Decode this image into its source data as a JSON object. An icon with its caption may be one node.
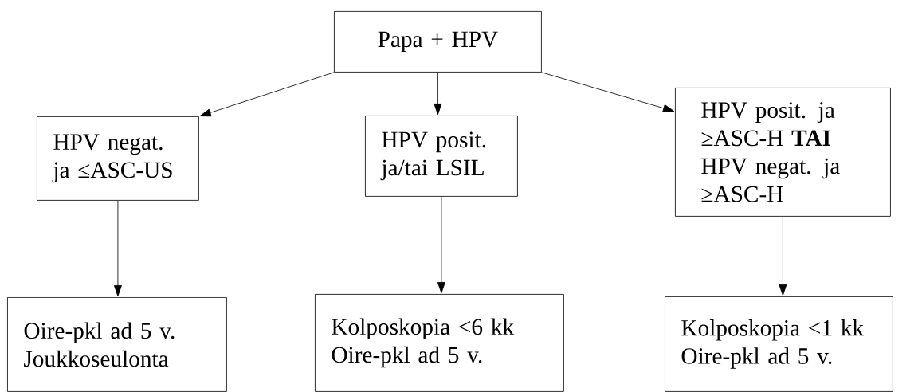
{
  "diagram": {
    "nodes": [
      {
        "text": [
          "Papa + HPV"
        ]
      },
      {
        "text": [
          "HPV negat. ja ≤ASC-US"
        ]
      },
      {
        "text": [
          "HPV posit. ja/tai LSIL"
        ]
      },
      {
        "text": [
          "HPV posit. ja ≥ASC-H **TAI** HPV negat. ja ≥ASC-H"
        ]
      },
      {
        "text": [
          "Oire-pkl ad 5 v.",
          "Joukkoseulonta"
        ]
      },
      {
        "text": [
          "Kolposkopia <6 kk",
          "Oire-pkl ad 5 v."
        ]
      },
      {
        "text": [
          "Kolposkopia <1 kk",
          "Oire-pkl ad 5 v."
        ]
      }
    ],
    "edges": [
      {
        "from": 0,
        "to": 1,
        "arrow": "to"
      },
      {
        "from": 0,
        "to": 2,
        "arrow": "to"
      },
      {
        "from": 0,
        "to": 3,
        "arrow": "to"
      },
      {
        "from": 1,
        "to": 4,
        "arrow": "to"
      },
      {
        "from": 2,
        "to": 5,
        "arrow": "to"
      },
      {
        "from": 3,
        "to": 6,
        "arrow": "to"
      }
    ]
  }
}
